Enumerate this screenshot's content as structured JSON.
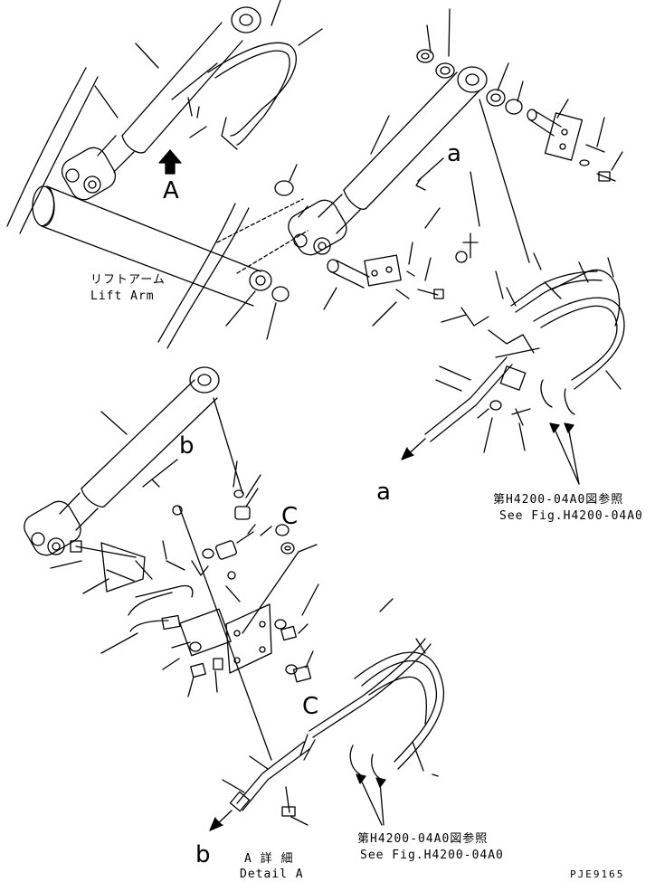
{
  "view_labels": {
    "view_a_mark": "A",
    "cut_a_top": "a",
    "cut_a_bottom": "a",
    "cut_b_top": "b",
    "cut_b_bottom": "b",
    "cut_c_top": "C",
    "cut_c_bottom": "C"
  },
  "lift_arm": {
    "ja": "リフトアーム",
    "en": "Lift Arm"
  },
  "references": {
    "upper": {
      "ja": "第H4200-04A0図参照",
      "en": "See Fig.H4200-04A0"
    },
    "lower": {
      "ja": "第H4200-04A0図参照",
      "en": "See Fig.H4200-04A0"
    }
  },
  "detail": {
    "ja": "A 詳 細",
    "en": "Detail A"
  },
  "drawing_code": "PJE9165"
}
